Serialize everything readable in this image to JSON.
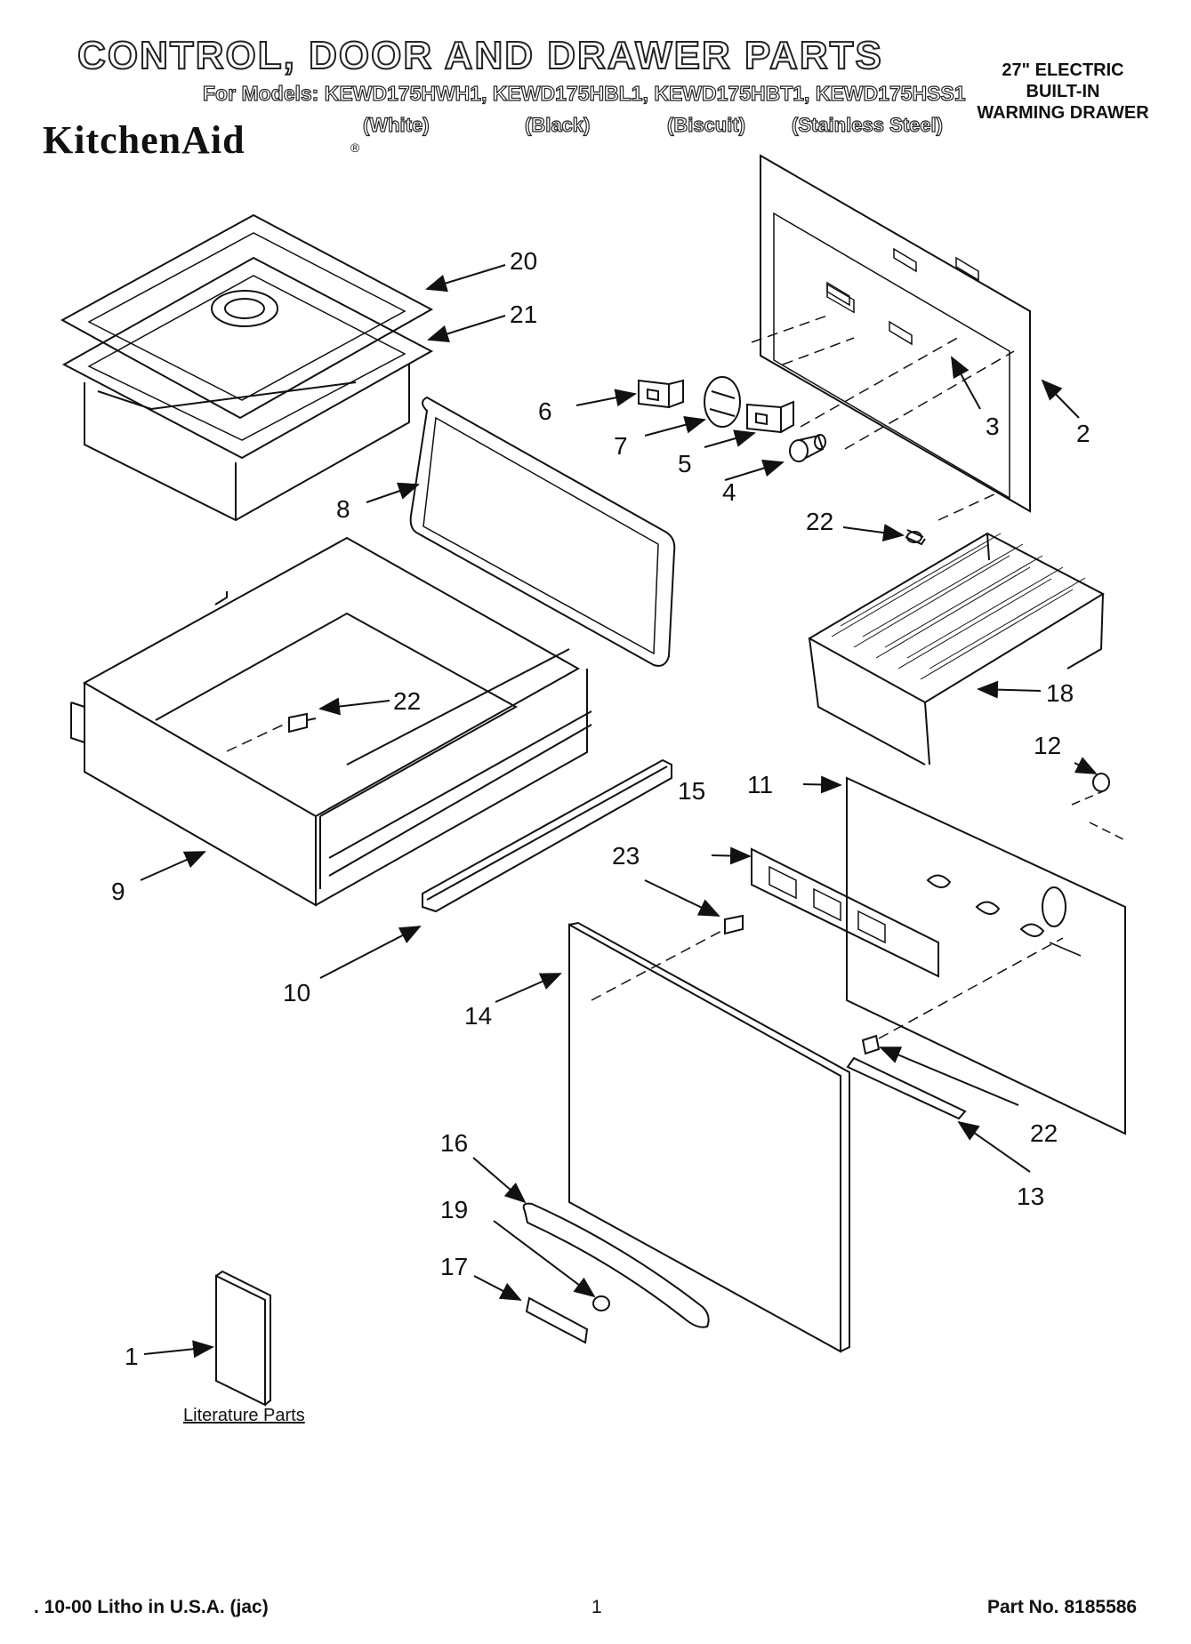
{
  "header": {
    "title": "CONTROL, DOOR AND DRAWER PARTS",
    "models_line": "For Models: KEWD175HWH1, KEWD175HBL1, KEWD175HBT1, KEWD175HSS1",
    "colors": [
      "(White)",
      "(Black)",
      "(Biscuit)",
      "(Stainless Steel)"
    ],
    "brand": "KitchenAid",
    "brand_mark": "®",
    "product": [
      "27\" ELECTRIC",
      "BUILT-IN",
      "WARMING DRAWER"
    ]
  },
  "diagram": {
    "callouts": [
      "1",
      "2",
      "3",
      "4",
      "5",
      "6",
      "7",
      "8",
      "9",
      "10",
      "11",
      "12",
      "13",
      "14",
      "15",
      "16",
      "17",
      "18",
      "19",
      "20",
      "21",
      "22",
      "22",
      "22",
      "23"
    ],
    "literature_label": "Literature Parts"
  },
  "footer": {
    "print_note": ". 10-00 Litho in U.S.A. (jac)",
    "page_number": "1",
    "part_number": "Part No. 8185586"
  }
}
